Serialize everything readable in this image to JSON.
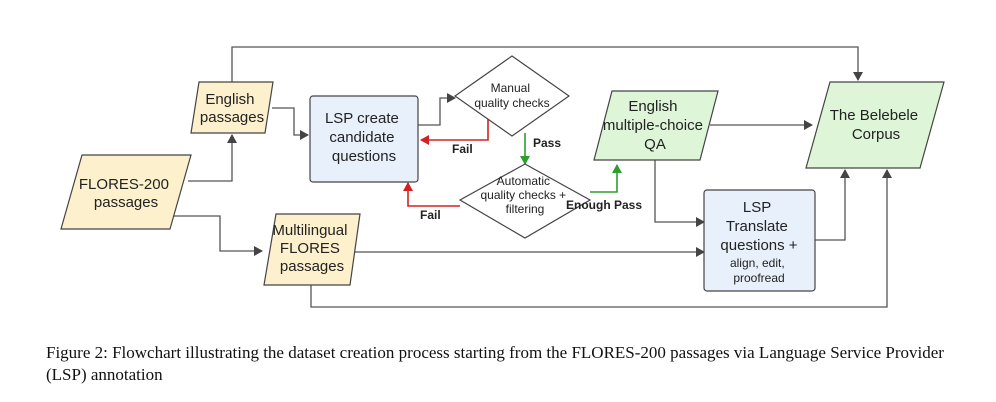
{
  "colors": {
    "yellow_fill": "#fdf0cc",
    "blue_fill": "#e8f0fc",
    "green_fill": "#def5d8",
    "stroke": "#444444",
    "fail_arrow": "#d62020",
    "pass_arrow": "#2e9e2e"
  },
  "nodes": {
    "flores200": {
      "lines": [
        "FLORES-200",
        "passages"
      ]
    },
    "english_passages": {
      "lines": [
        "English",
        "passages"
      ]
    },
    "multilingual_flores": {
      "lines": [
        "Multilingual",
        "FLORES",
        "passages"
      ]
    },
    "lsp_create": {
      "lines": [
        "LSP create",
        "candidate",
        "questions"
      ]
    },
    "manual_checks": {
      "lines": [
        "Manual",
        "quality checks"
      ]
    },
    "auto_checks": {
      "lines": [
        "Automatic",
        "quality checks +",
        "filtering"
      ]
    },
    "english_mcqa": {
      "lines": [
        "English",
        "multiple-choice",
        "QA"
      ]
    },
    "lsp_translate": {
      "lines": [
        "LSP",
        "Translate",
        "questions +",
        "align, edit,",
        "proofread"
      ]
    },
    "belebele": {
      "lines": [
        "The Belebele",
        "Corpus"
      ]
    }
  },
  "edge_labels": {
    "fail_manual": "Fail",
    "pass_manual": "Pass",
    "fail_auto": "Fail",
    "enough_pass": "Enough Pass"
  },
  "caption": {
    "prefix": "Figure 2: Flowchart illustrating the dataset creation process starting from the F",
    "sc1": "LO",
    "mid": "R",
    "sc2": "ES",
    "suffix": "-200 passages via Language Service Provider (LSP) annotation"
  }
}
